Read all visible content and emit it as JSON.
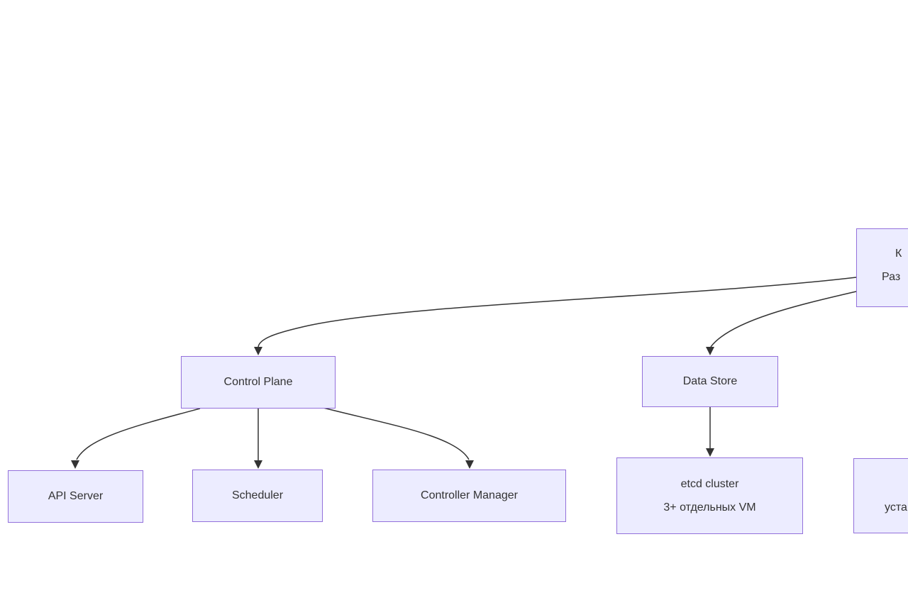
{
  "diagram": {
    "type": "flowchart",
    "nodes": {
      "root": {
        "line1": "К",
        "line2": "Раз"
      },
      "control_plane": {
        "label": "Control Plane"
      },
      "data_store": {
        "label": "Data Store"
      },
      "api_server": {
        "label": "API Server"
      },
      "scheduler": {
        "label": "Scheduler"
      },
      "controller_manager": {
        "label": "Controller Manager"
      },
      "etcd": {
        "line1": "etcd cluster",
        "line2": "3+ отдельных VM"
      },
      "bottom_right": {
        "line1": "",
        "line2": "уста"
      }
    },
    "edges": [
      {
        "from": "root",
        "to": "control_plane"
      },
      {
        "from": "root",
        "to": "data_store"
      },
      {
        "from": "control_plane",
        "to": "api_server"
      },
      {
        "from": "control_plane",
        "to": "scheduler"
      },
      {
        "from": "control_plane",
        "to": "controller_manager"
      },
      {
        "from": "data_store",
        "to": "etcd"
      }
    ],
    "colors": {
      "node_fill": "#ECECFF",
      "node_border": "#9370DB",
      "edge": "#333333",
      "text": "#333333",
      "background": "#FFFFFF"
    }
  }
}
